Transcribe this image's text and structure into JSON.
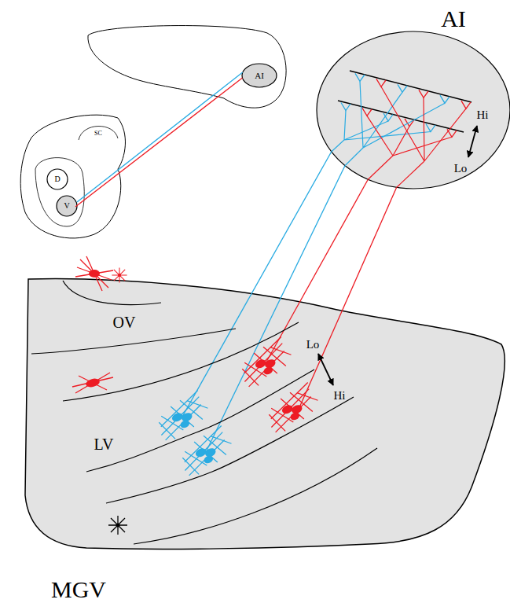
{
  "diagram": {
    "nodes": [
      {
        "text": [
          "AI"
        ]
      },
      {
        "text": [
          "AI"
        ]
      },
      {
        "text": [
          "D"
        ]
      },
      {
        "text": [
          "V"
        ]
      },
      {
        "text": [
          "MGV"
        ]
      }
    ],
    "edges": [
      {
        "from": 3,
        "to": 1,
        "arrow": "none"
      },
      {
        "from": 3,
        "to": 1,
        "arrow": "none"
      },
      {
        "from": 4,
        "to": 0,
        "arrow": "none"
      },
      {
        "from": 4,
        "to": 0,
        "arrow": "none"
      },
      {
        "from": 4,
        "to": 0,
        "arrow": "none"
      },
      {
        "from": 4,
        "to": 0,
        "arrow": "none"
      }
    ],
    "labels": [
      "SC",
      "Hi",
      "Lo",
      "OV",
      "Lo",
      "Hi",
      "LV"
    ]
  }
}
